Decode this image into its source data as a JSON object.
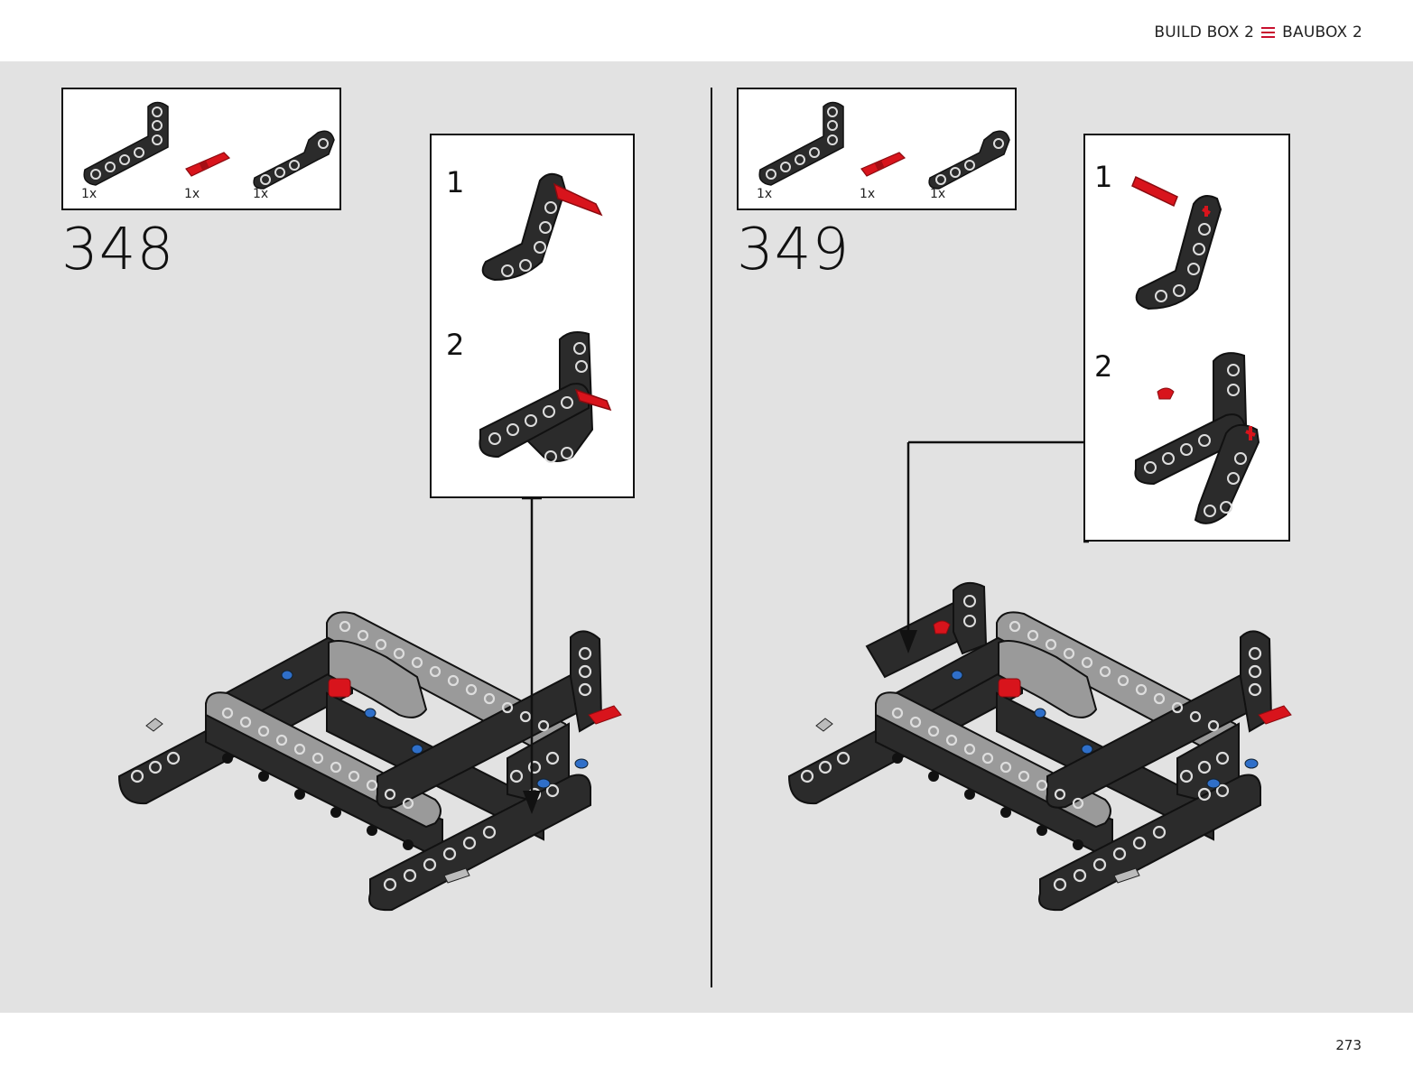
{
  "header": {
    "left_text": "BUILD BOX 2",
    "right_text": "BAUBOX 2",
    "separator_color": "#c8102e"
  },
  "footer": {
    "page_number": "273"
  },
  "steps": [
    {
      "number": "348",
      "parts": [
        {
          "qty": "1x"
        },
        {
          "qty": "1x"
        },
        {
          "qty": "1x"
        }
      ],
      "substeps": [
        {
          "label": "1"
        },
        {
          "label": "2"
        }
      ]
    },
    {
      "number": "349",
      "parts": [
        {
          "qty": "1x"
        },
        {
          "qty": "1x"
        },
        {
          "qty": "1x"
        }
      ],
      "substeps": [
        {
          "label": "1"
        },
        {
          "label": "2"
        }
      ]
    }
  ],
  "colors": {
    "beam_dark": "#2b2b2b",
    "beam_light": "#9a9a9a",
    "pin_red": "#d8141c",
    "pin_blue": "#2f6fc9",
    "background": "#e2e2e2"
  }
}
